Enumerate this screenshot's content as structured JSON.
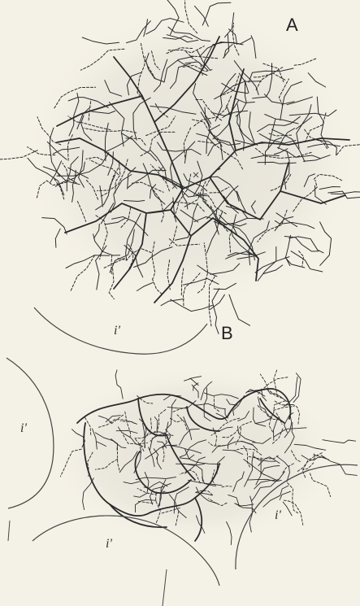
{
  "figure": {
    "panel_labels": {
      "a": "A",
      "b": "B"
    },
    "region_label": "i'",
    "colors": {
      "paper": "#f4f1e7",
      "ink": "#2b2b2b",
      "shadow": "#e4e1d8"
    }
  }
}
